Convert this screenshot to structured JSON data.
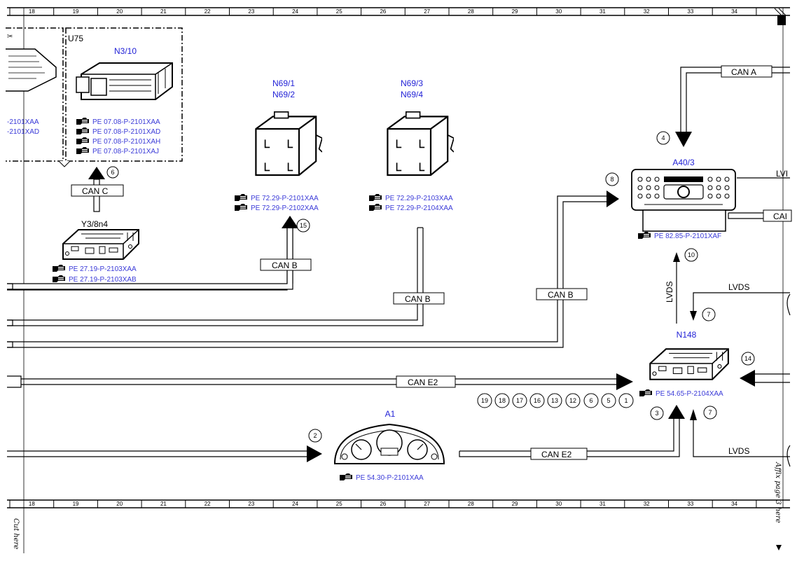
{
  "ruler": {
    "columns": [
      "18",
      "19",
      "20",
      "21",
      "22",
      "23",
      "24",
      "25",
      "26",
      "27",
      "28",
      "29",
      "30",
      "31",
      "32",
      "33",
      "34"
    ]
  },
  "components": {
    "u75": "U75",
    "n3_10": "N3/10",
    "n69_1": "N69/1",
    "n69_2": "N69/2",
    "n69_3": "N69/3",
    "n69_4": "N69/4",
    "a40_3": "A40/3",
    "y3_8n4": "Y3/8n4",
    "n148": "N148",
    "a1": "A1"
  },
  "buses": {
    "can_a": "CAN A",
    "can_c": "CAN C",
    "can_b_1": "CAN B",
    "can_b_2": "CAN B",
    "can_b_3": "CAN B",
    "can_e2_1": "CAN E2",
    "can_e2_2": "CAN E2",
    "lvds_v": "LVDS",
    "lvds_1": "LVDS",
    "lvds_2": "LVDS",
    "lvds_edge": "LVI",
    "can_edge": "CAI"
  },
  "refs": {
    "left_1": "-2101XAA",
    "left_2": "-2101XAD",
    "n3_10": [
      "PE 07.08-P-2101XAA",
      "PE 07.08-P-2101XAD",
      "PE 07.08-P-2101XAH",
      "PE 07.08-P-2101XAJ"
    ],
    "y3_8n4": [
      "PE 27.19-P-2103XAA",
      "PE 27.19-P-2103XAB"
    ],
    "n69_12": [
      "PE 72.29-P-2101XAA",
      "PE 72.29-P-2102XAA"
    ],
    "n69_34": [
      "PE 72.29-P-2103XAA",
      "PE 72.29-P-2104XAA"
    ],
    "a40_3": "PE 82.85-P-2101XAF",
    "n148": "PE 54.65-P-2104XAA",
    "a1": "PE 54.30-P-2101XAA"
  },
  "markers": {
    "m4": "4",
    "m6": "6",
    "m15": "15",
    "m8": "8",
    "m10": "10",
    "m7a": "7",
    "m14": "14",
    "m2": "2",
    "m3": "3",
    "m7b": "7",
    "row": [
      "19",
      "18",
      "17",
      "16",
      "13",
      "12",
      "6",
      "5",
      "1"
    ]
  },
  "side_text": {
    "cut_here": "Cut here",
    "affix": "Affix page 3 here"
  },
  "icons": {
    "reference": "pointing-hand-icon",
    "scissors": "scissors-icon"
  },
  "colors": {
    "label": "#1f1fd6",
    "reference": "#3a3ad8",
    "line": "#000000"
  }
}
